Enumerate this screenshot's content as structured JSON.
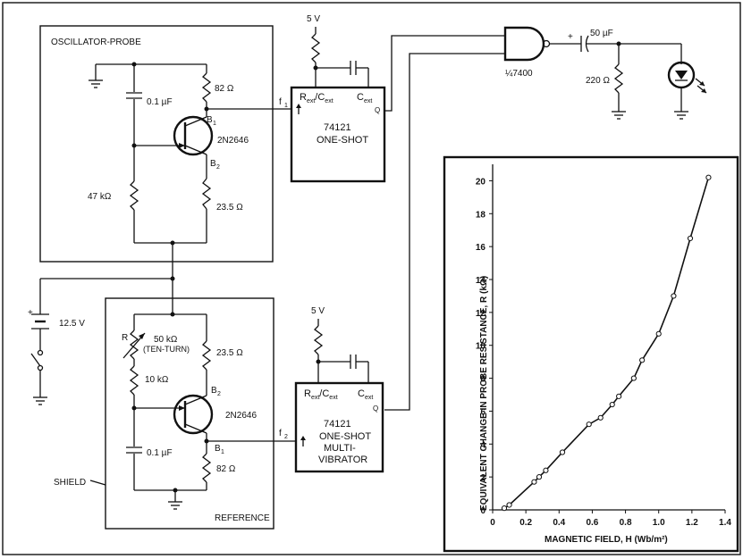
{
  "circuit": {
    "oscillator_probe_label": "OSCILLATOR-PROBE",
    "reference_label": "REFERENCE",
    "shield_label": "SHIELD",
    "supply_label": "12.5 V",
    "vcc_top": "5 V",
    "vcc_bottom": "5 V",
    "osc": {
      "cap": "0.1 µF",
      "r_b1": "82 Ω",
      "r_b2": "23.5 Ω",
      "r_47k": "47 kΩ",
      "transistor": "2N2646",
      "b1": "B",
      "b1_sub": "1",
      "b2": "B",
      "b2_sub": "2",
      "f_label": "f",
      "f_sub": "1"
    },
    "ref": {
      "pot_symbol": "R",
      "pot_value": "50 kΩ",
      "pot_note": "(TEN-TURN)",
      "r_10k": "10 kΩ",
      "r_b2": "23.5 Ω",
      "cap": "0.1 µF",
      "r_b1": "82 Ω",
      "transistor": "2N2646",
      "b1": "B",
      "b1_sub": "1",
      "b2": "B",
      "b2_sub": "2",
      "f_label": "f",
      "f_sub": "2"
    },
    "oneshot_top": {
      "pin_r": "R",
      "pin_r_sub": "ext",
      "pin_rc_mid": "/C",
      "pin_rc_sub": "ext",
      "pin_c": "C",
      "pin_c_sub": "ext",
      "pin_q": "Q",
      "part": "74121",
      "desc": "ONE-SHOT"
    },
    "oneshot_bottom": {
      "pin_r": "R",
      "pin_r_sub": "ext",
      "pin_rc_mid": "/C",
      "pin_rc_sub": "ext",
      "pin_c": "C",
      "pin_c_sub": "ext",
      "pin_q": "Q",
      "part": "74121",
      "desc1": "ONE-SHOT",
      "desc2": "MULTI-",
      "desc3": "VIBRATOR"
    },
    "gate_label": "¼7400",
    "cap_out": "50 µF",
    "cap_plus": "+",
    "r_out": "220 Ω",
    "plus_sign": "+"
  },
  "chart_data": {
    "type": "line",
    "xlabel": "MAGNETIC FIELD, H (Wb/m²)",
    "ylabel": "EQUIVALENT CHANGE IN PROBE RESISTANCE, R (kΩ)",
    "xlim": [
      0,
      1.4
    ],
    "ylim": [
      0,
      21
    ],
    "x_ticks": [
      "0",
      "0.2",
      "0.4",
      "0.6",
      "0.8",
      "1.0",
      "1.2",
      "1.4"
    ],
    "y_ticks": [
      "0",
      "2",
      "4",
      "6",
      "8",
      "10",
      "12",
      "14",
      "16",
      "18",
      "20"
    ],
    "x_tick_values": [
      0,
      0.2,
      0.4,
      0.6,
      0.8,
      1.0,
      1.2,
      1.4
    ],
    "y_tick_values": [
      0,
      2,
      4,
      6,
      8,
      10,
      12,
      14,
      16,
      18,
      20
    ],
    "grid": false,
    "series": [
      {
        "x": [
          0.07,
          0.1,
          0.25,
          0.28,
          0.32,
          0.42,
          0.58,
          0.65,
          0.72,
          0.76,
          0.85,
          0.9,
          1.0,
          1.09,
          1.19,
          1.3
        ],
        "y": [
          0.1,
          0.3,
          1.7,
          2.0,
          2.4,
          3.5,
          5.2,
          5.6,
          6.4,
          6.9,
          8.0,
          9.1,
          10.7,
          13.0,
          16.5,
          20.2
        ]
      }
    ]
  }
}
